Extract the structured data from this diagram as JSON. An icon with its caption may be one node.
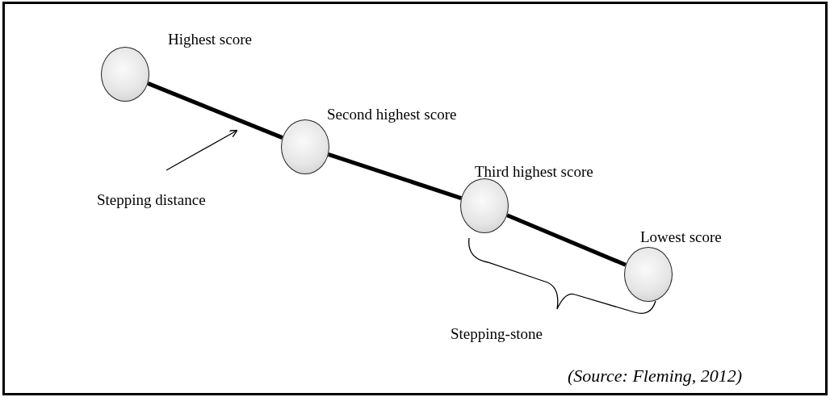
{
  "diagram": {
    "caption": "(Source: Fleming, 2012)",
    "nodes": [
      {
        "text": [
          "Highest score"
        ]
      },
      {
        "text": [
          "Second highest score"
        ]
      },
      {
        "text": [
          "Third highest score"
        ]
      },
      {
        "text": [
          "Lowest score"
        ]
      },
      {
        "text": [
          "Stepping distance"
        ]
      }
    ],
    "edges": [
      {
        "from": 0,
        "to": 1,
        "arrow": "none"
      },
      {
        "from": 1,
        "to": 2,
        "arrow": "none"
      },
      {
        "from": 2,
        "to": 3,
        "arrow": "none"
      },
      {
        "from": 4,
        "to": null,
        "arrow": "to"
      }
    ],
    "labels": [
      "Stepping-stone"
    ]
  }
}
